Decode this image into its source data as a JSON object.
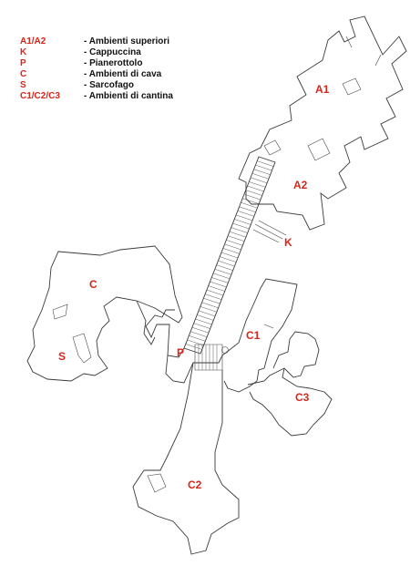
{
  "legend": [
    {
      "code": "A1/A2",
      "description": "- Ambienti superiori"
    },
    {
      "code": "K",
      "description": "- Cappuccina"
    },
    {
      "code": "P",
      "description": "- Pianerottolo"
    },
    {
      "code": "C",
      "description": "- Ambienti di cava"
    },
    {
      "code": "S",
      "description": "- Sarcofago"
    },
    {
      "code": "C1/C2/C3",
      "description": "- Ambienti di cantina"
    }
  ],
  "labels": {
    "a1": "A1",
    "a2": "A2",
    "k": "K",
    "c": "C",
    "s": "S",
    "p": "P",
    "c1": "C1",
    "c3": "C3",
    "c2": "C2"
  },
  "colors": {
    "label": "#d8261c",
    "line": "#3a3a3a",
    "text": "#111111"
  }
}
